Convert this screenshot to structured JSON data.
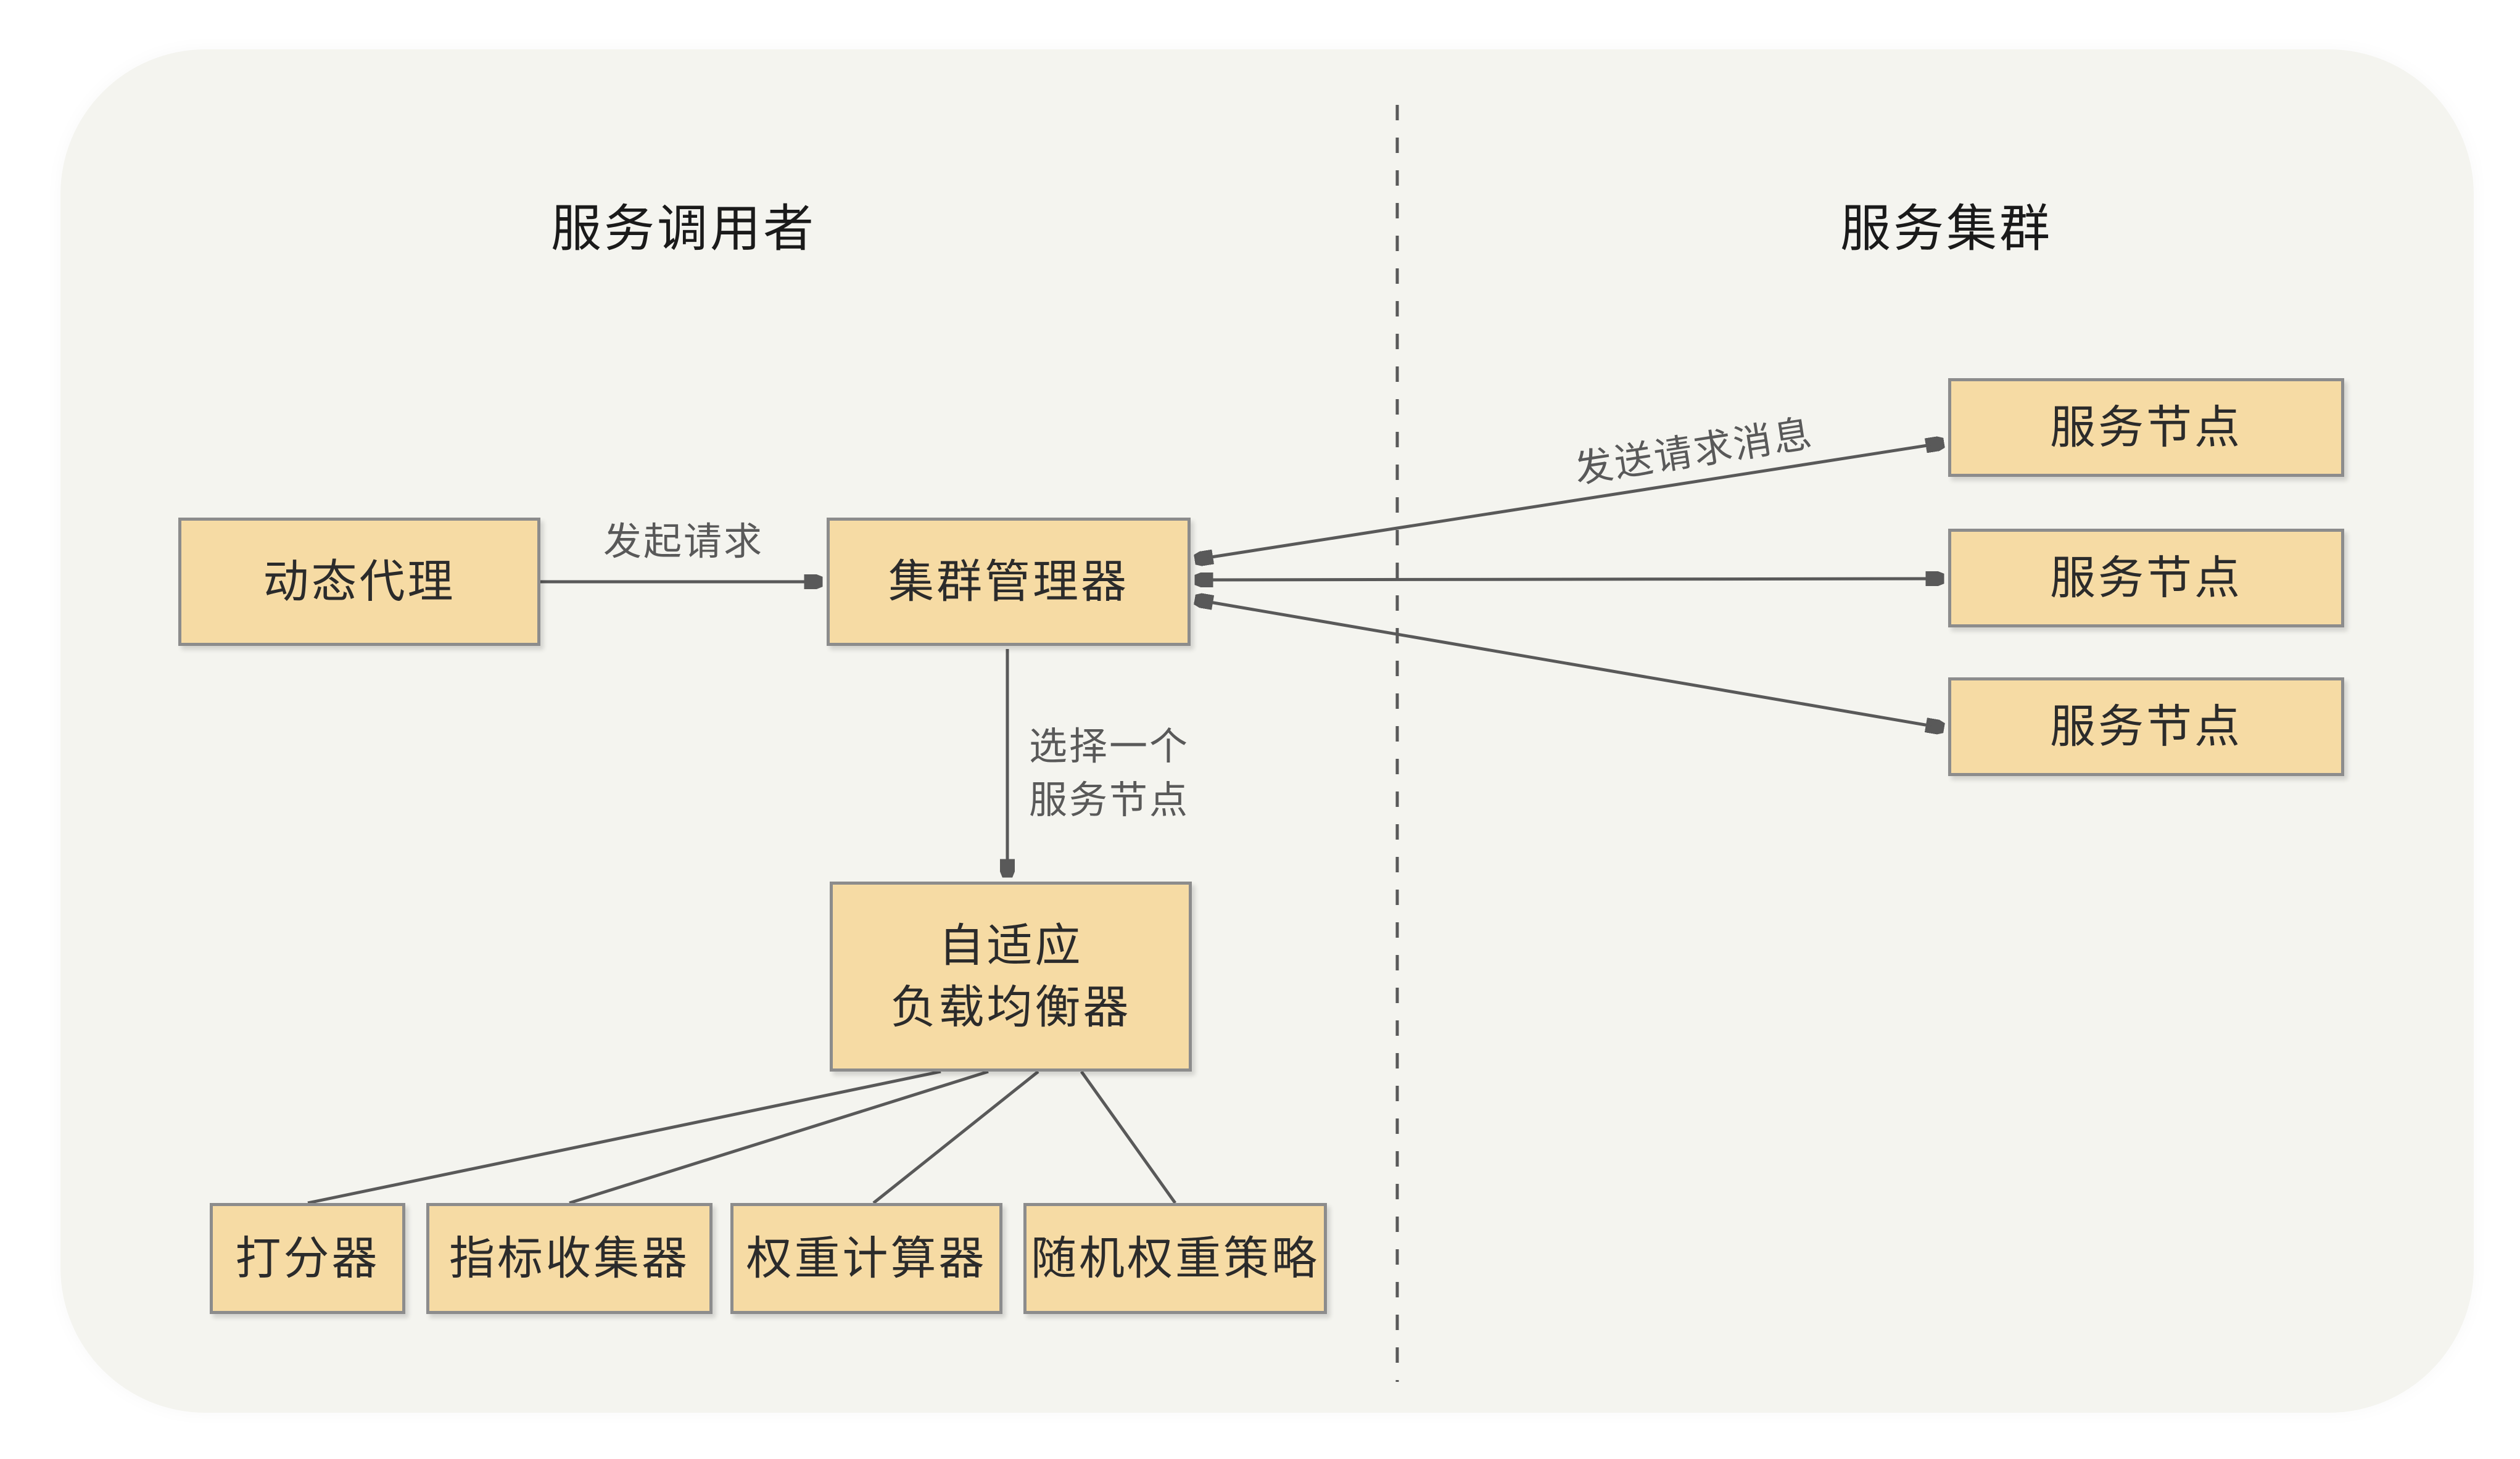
{
  "diagram": {
    "titles": {
      "left": "服务调用者",
      "right": "服务集群"
    },
    "nodes": {
      "dynamic_proxy": "动态代理",
      "cluster_manager": "集群管理器",
      "adaptive_lb_line1": "自适应",
      "adaptive_lb_line2": "负载均衡器",
      "scorer": "打分器",
      "metrics_collector": "指标收集器",
      "weight_calculator": "权重计算器",
      "random_weight_strategy": "随机权重策略"
    },
    "service_nodes": [
      "服务节点",
      "服务节点",
      "服务节点"
    ],
    "edge_labels": {
      "initiate_request": "发起请求",
      "send_request_message": "发送请求消息",
      "select_node_line1": "选择一个",
      "select_node_line2": "服务节点"
    },
    "colors": {
      "box_fill": "#F6DBA4",
      "box_border": "#8C8C8C",
      "line": "#595959",
      "container_bg": "#F4F4EF",
      "text": "#2B2B2B",
      "title": "#1A1A1A",
      "label": "#595959",
      "page_bg": "#FFFFFF"
    }
  }
}
